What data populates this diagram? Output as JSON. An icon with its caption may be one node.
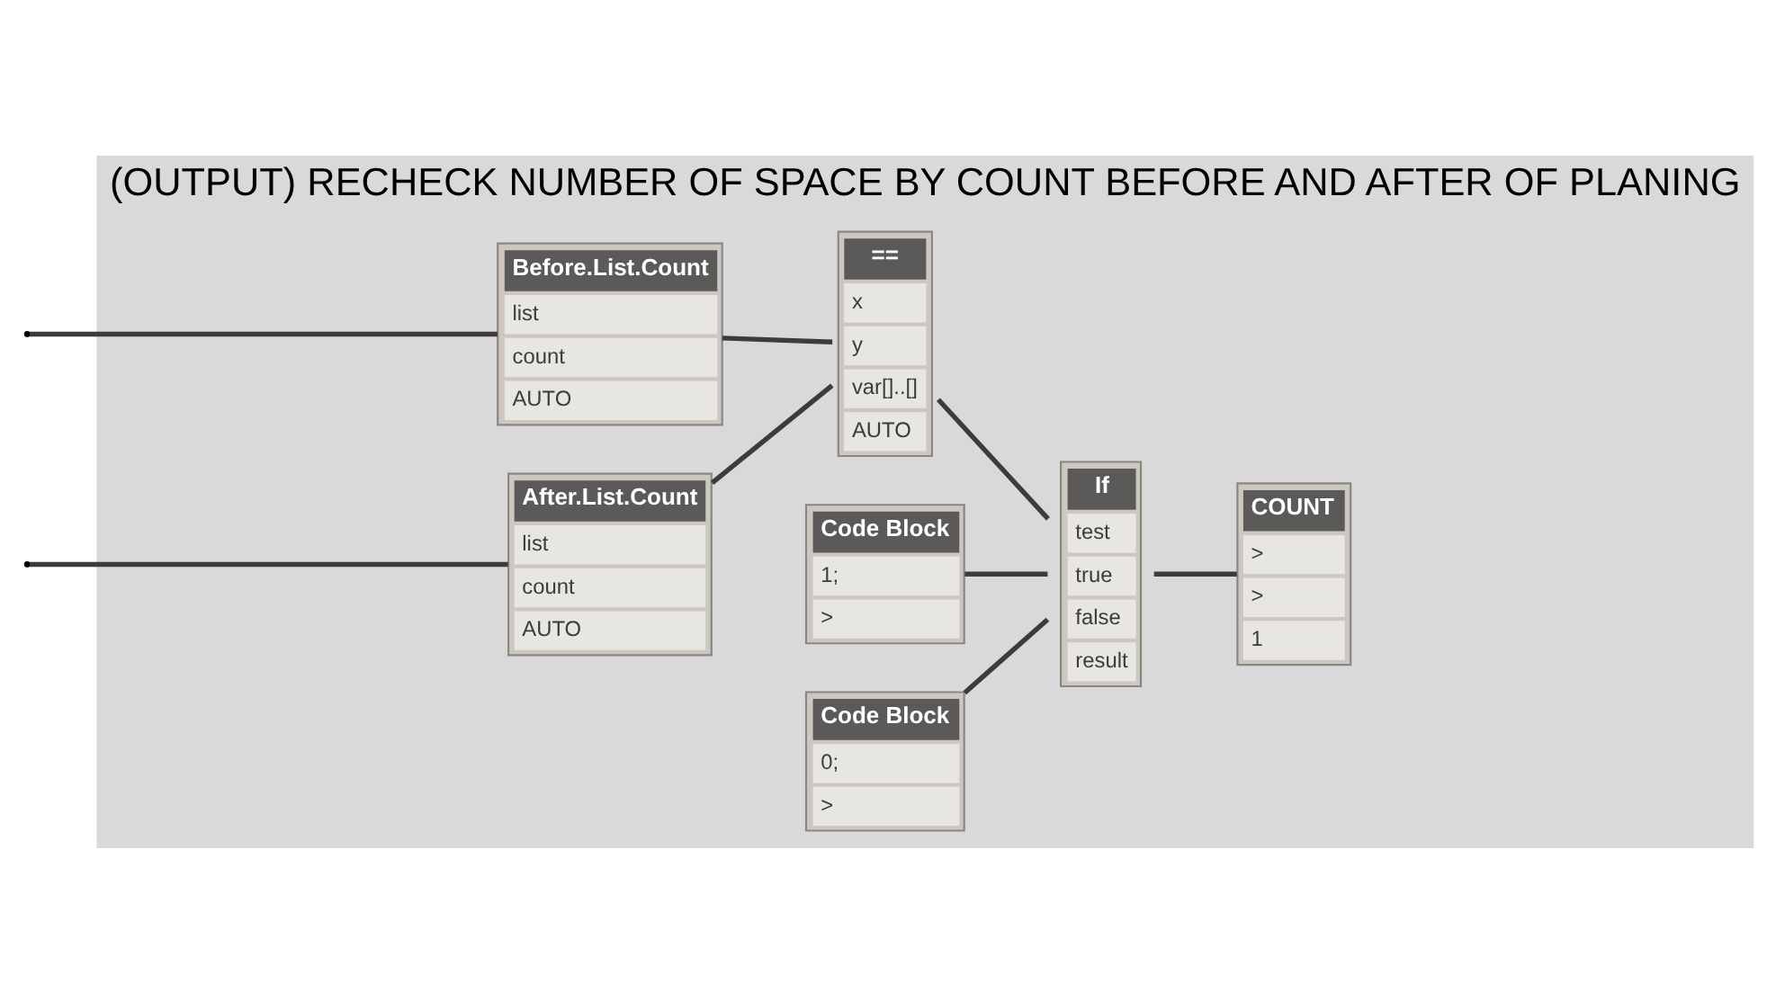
{
  "diagram": {
    "nodes": [
      {
        "text": [
          "(OUTPUT) RECHECK NUMBER OF SPACE BY COUNT BEFORE AND AFTER OF PLANING"
        ]
      },
      {
        "text": [
          "Before.List.Count",
          "list",
          "count",
          "AUTO"
        ],
        "in": 0
      },
      {
        "text": [
          "After.List.Count",
          "list",
          "count",
          "AUTO"
        ],
        "in": 0
      },
      {
        "text": [
          "==",
          "x",
          "y",
          "var[]..[]",
          "AUTO"
        ],
        "in": 0
      },
      {
        "text": [
          "Code Block",
          "1;",
          ">"
        ],
        "in": 0
      },
      {
        "text": [
          "Code Block",
          "0;",
          ">"
        ],
        "in": 0
      },
      {
        "text": [
          "If",
          "test",
          "true",
          "false",
          "result"
        ],
        "in": 0
      },
      {
        "text": [
          "COUNT",
          ">",
          ">",
          "1"
        ],
        "in": 0
      }
    ],
    "edges": [
      {
        "from": null,
        "to": 1,
        "arrow": "none"
      },
      {
        "from": null,
        "to": 2,
        "arrow": "none"
      },
      {
        "from": 1,
        "to": 3,
        "arrow": "none"
      },
      {
        "from": 2,
        "to": 3,
        "arrow": "none"
      },
      {
        "from": 3,
        "to": 6,
        "arrow": "none"
      },
      {
        "from": 4,
        "to": 6,
        "arrow": "none"
      },
      {
        "from": 5,
        "to": 6,
        "arrow": "none"
      },
      {
        "from": 6,
        "to": 7,
        "arrow": "none"
      }
    ]
  }
}
